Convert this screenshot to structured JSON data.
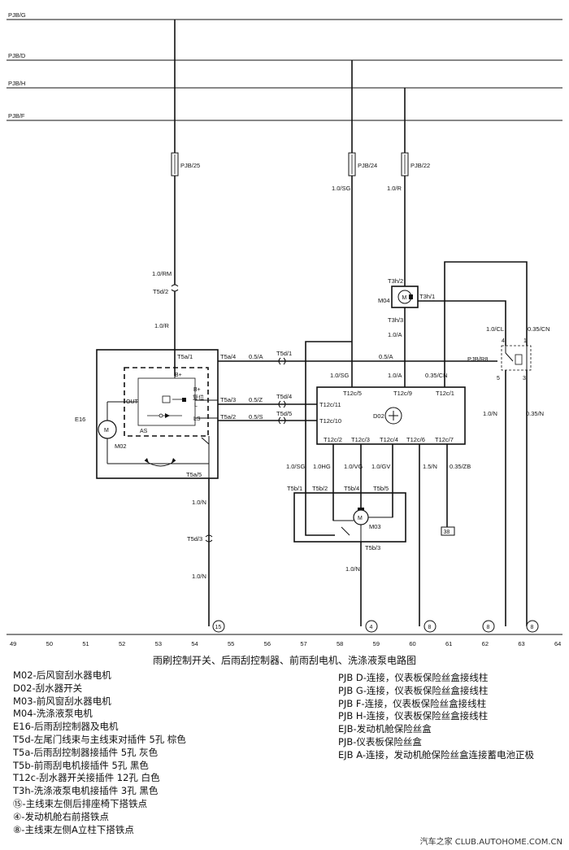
{
  "buses": {
    "g": "PJB/G",
    "d": "PJB/D",
    "h": "PJB/H",
    "f": "PJB/F"
  },
  "fuses": {
    "f25": "PJB/25",
    "f24": "PJB/24",
    "f22": "PJB/22",
    "r8": "PJB/R8"
  },
  "wires": {
    "w_1rm": "1.0/RM",
    "w_1r_a": "1.0/R",
    "w_1sg_a": "1.0/SG",
    "w_1r_b": "1.0/R",
    "w_1a_a": "1.0/A",
    "w_1a_b": "1.0/A",
    "w_05a": "0.5/A",
    "w_05a_b": "0.5/A",
    "w_05z": "0.5/Z",
    "w_05s": "0.5/S",
    "w_1sg_b": "1.0/SG",
    "w_035cn_a": "0.35/CN",
    "w_1cl": "1.0/CL",
    "w_035cn_b": "0.35/CN",
    "w_1n_a": "1.0/N",
    "w_035n": "0.35/N",
    "w_1sg_c": "1.0/SG",
    "w_1hg": "1.0HG",
    "w_1vg": "1.0/VG",
    "w_1gv": "1.0/GV",
    "w_15n": "1.5/N",
    "w_035zb": "0.35/ZB",
    "w_1n_b": "1.0/N",
    "w_1n_c": "1.0/N",
    "w_1n_d": "1.0/N"
  },
  "connectors": {
    "t5d2": "T5d/2",
    "t5d1": "T5d/1",
    "t5d4": "T5d/4",
    "t5d5": "T5d/5",
    "t5d3": "T5d/3",
    "t5a1": "T5a/1",
    "t5a4": "T5a/4",
    "t5a3": "T5a/3",
    "t5a2": "T5a/2",
    "t5a5": "T5a/5",
    "t12c5": "T12c/5",
    "t12c9": "T12c/9",
    "t12c1": "T12c/1",
    "t12c11": "T12c/11",
    "t12c10": "T12c/10",
    "t12c2": "T12c/2",
    "t12c3": "T12c/3",
    "t12c4": "T12c/4",
    "t12c6": "T12c/6",
    "t12c7": "T12c/7",
    "t3h2": "T3h/2",
    "t3h1": "T3h/1",
    "t3h3": "T3h/3",
    "t5b1": "T5b/1",
    "t5b2": "T5b/2",
    "t5b4": "T5b/4",
    "t5b5": "T5b/5",
    "t5b3": "T5b/3"
  },
  "components": {
    "e16": "E16",
    "m02": "M02",
    "m04": "M04",
    "d02": "D02",
    "m03": "M03",
    "motor": "M",
    "bplus": "B+",
    "bplus2": "B+",
    "park": "复位",
    "out": "OUT",
    "l": "L",
    "ls": "LS",
    "as": "AS"
  },
  "relay_pins": {
    "p4": "4",
    "p1": "1",
    "p5": "5",
    "p3": "3"
  },
  "ground_points": {
    "g15": "15",
    "g4": "4",
    "g8a": "8",
    "g8b": "8",
    "g8c": "8"
  },
  "ref_box": "38",
  "scale": [
    "49",
    "50",
    "51",
    "52",
    "53",
    "54",
    "55",
    "56",
    "57",
    "58",
    "59",
    "60",
    "61",
    "62",
    "63",
    "64"
  ],
  "caption": "雨刷控制开关、后雨刮控制器、前雨刮电机、洗涤液泵电路图",
  "legend_left": [
    "M02-后风窗刮水器电机",
    "D02-刮水器开关",
    "M03-前风窗刮水器电机",
    "M04-洗涤液泵电机",
    "E16-后雨刮控制器及电机",
    "T5d-左尾门线束与主线束对插件 5孔 棕色",
    "T5a-后雨刮控制器接插件 5孔 灰色",
    "T5b-前雨刮电机接插件 5孔 黑色",
    "T12c-刮水器开关接插件 12孔 白色",
    "T3h-洗涤液泵电机接插件 3孔 黑色",
    "⑮-主线束左侧后排座椅下搭铁点",
    "④-发动机舱右前搭铁点",
    "⑧-主线束左侧A立柱下搭铁点"
  ],
  "legend_right": [
    "PJB D-连接，仪表板保险丝盒接线柱",
    "PJB G-连接，仪表板保险丝盒接线柱",
    "PJB F-连接，仪表板保险丝盒接线柱",
    "PJB H-连接，仪表板保险丝盒接线柱",
    "EJB-发动机舱保险丝盒",
    "PJB-仪表板保险丝盒",
    "EJB A-连接，发动机舱保险丝盒连接蓄电池正极"
  ],
  "watermark": "汽车之家 CLUB.AUTOHOME.COM.CN"
}
